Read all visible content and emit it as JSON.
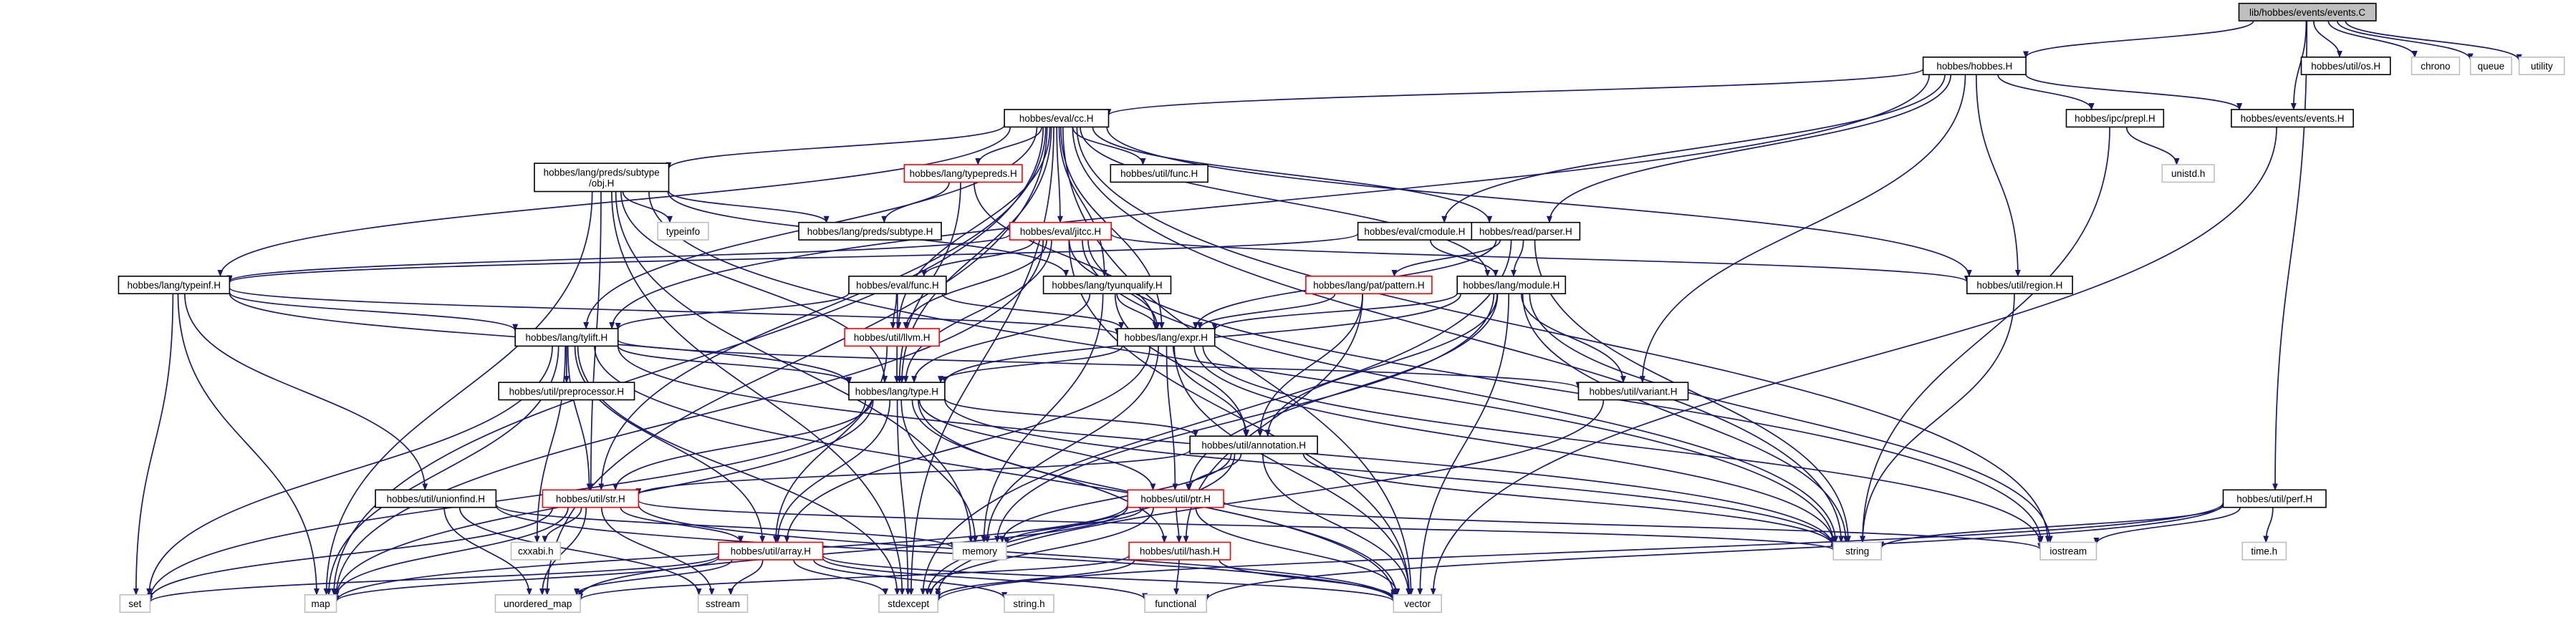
{
  "diagram": {
    "colors": {
      "edge": "#191970",
      "root_fill": "#bfbfbf",
      "default_border": "#000000",
      "highlight_border": "#ff0000",
      "system_border": "#bfbfbf",
      "fill": "#ffffff"
    },
    "nodes": [
      {
        "id": "n_events_C",
        "label": "lib/hobbes/events/events.C",
        "style": "root"
      },
      {
        "id": "n_hobbes_H",
        "label": "hobbes/hobbes.H",
        "style": "default"
      },
      {
        "id": "n_os_H",
        "label": "hobbes/util/os.H",
        "style": "default"
      },
      {
        "id": "n_chrono",
        "label": "chrono",
        "style": "system"
      },
      {
        "id": "n_queue",
        "label": "queue",
        "style": "system"
      },
      {
        "id": "n_utility",
        "label": "utility",
        "style": "system"
      },
      {
        "id": "n_cc_H",
        "label": "hobbes/eval/cc.H",
        "style": "default"
      },
      {
        "id": "n_prepl_H",
        "label": "hobbes/ipc/prepl.H",
        "style": "default"
      },
      {
        "id": "n_events_H",
        "label": "hobbes/events/events.H",
        "style": "default"
      },
      {
        "id": "n_unistd_h",
        "label": "unistd.h",
        "style": "system"
      },
      {
        "id": "n_subtype_obj_H",
        "label": "hobbes/lang/preds/subtype\n/obj.H",
        "style": "default"
      },
      {
        "id": "n_typepreds_H",
        "label": "hobbes/lang/typepreds.H",
        "style": "highlight"
      },
      {
        "id": "n_func_H_util",
        "label": "hobbes/util/func.H",
        "style": "default"
      },
      {
        "id": "n_typeinfo",
        "label": "typeinfo",
        "style": "system"
      },
      {
        "id": "n_subtype_H",
        "label": "hobbes/lang/preds/subtype.H",
        "style": "default"
      },
      {
        "id": "n_jitcc_H",
        "label": "hobbes/eval/jitcc.H",
        "style": "highlight"
      },
      {
        "id": "n_cmodule_H",
        "label": "hobbes/eval/cmodule.H",
        "style": "default"
      },
      {
        "id": "n_parser_H",
        "label": "hobbes/read/parser.H",
        "style": "default"
      },
      {
        "id": "n_typeinf_H",
        "label": "hobbes/lang/typeinf.H",
        "style": "default"
      },
      {
        "id": "n_evalfunc_H",
        "label": "hobbes/eval/func.H",
        "style": "default"
      },
      {
        "id": "n_tyunqualify_H",
        "label": "hobbes/lang/tyunqualify.H",
        "style": "default"
      },
      {
        "id": "n_pattern_H",
        "label": "hobbes/lang/pat/pattern.H",
        "style": "highlight"
      },
      {
        "id": "n_module_H",
        "label": "hobbes/lang/module.H",
        "style": "default"
      },
      {
        "id": "n_region_H",
        "label": "hobbes/util/region.H",
        "style": "default"
      },
      {
        "id": "n_tylift_H",
        "label": "hobbes/lang/tylift.H",
        "style": "default"
      },
      {
        "id": "n_llvm_H",
        "label": "hobbes/util/llvm.H",
        "style": "highlight"
      },
      {
        "id": "n_expr_H",
        "label": "hobbes/lang/expr.H",
        "style": "default"
      },
      {
        "id": "n_variant_H",
        "label": "hobbes/util/variant.H",
        "style": "default"
      },
      {
        "id": "n_preprocessor_H",
        "label": "hobbes/util/preprocessor.H",
        "style": "default"
      },
      {
        "id": "n_type_H",
        "label": "hobbes/lang/type.H",
        "style": "default"
      },
      {
        "id": "n_annotation_H",
        "label": "hobbes/util/annotation.H",
        "style": "default"
      },
      {
        "id": "n_unionfind_H",
        "label": "hobbes/util/unionfind.H",
        "style": "default"
      },
      {
        "id": "n_str_H",
        "label": "hobbes/util/str.H",
        "style": "highlight"
      },
      {
        "id": "n_ptr_H",
        "label": "hobbes/util/ptr.H",
        "style": "highlight"
      },
      {
        "id": "n_perf_H",
        "label": "hobbes/util/perf.H",
        "style": "default"
      },
      {
        "id": "n_cxxabi_h",
        "label": "cxxabi.h",
        "style": "system"
      },
      {
        "id": "n_memory",
        "label": "memory",
        "style": "system"
      },
      {
        "id": "n_string",
        "label": "string",
        "style": "system"
      },
      {
        "id": "n_iostream",
        "label": "iostream",
        "style": "system"
      },
      {
        "id": "n_time_h",
        "label": "time.h",
        "style": "system"
      },
      {
        "id": "n_array_H",
        "label": "hobbes/util/array.H",
        "style": "highlight"
      },
      {
        "id": "n_hash_H",
        "label": "hobbes/util/hash.H",
        "style": "highlight"
      },
      {
        "id": "n_set",
        "label": "set",
        "style": "system"
      },
      {
        "id": "n_map",
        "label": "map",
        "style": "system"
      },
      {
        "id": "n_unordered_map",
        "label": "unordered_map",
        "style": "system"
      },
      {
        "id": "n_sstream",
        "label": "sstream",
        "style": "system"
      },
      {
        "id": "n_stdexcept",
        "label": "stdexcept",
        "style": "system"
      },
      {
        "id": "n_string_h",
        "label": "string.h",
        "style": "system"
      },
      {
        "id": "n_functional",
        "label": "functional",
        "style": "system"
      },
      {
        "id": "n_vector",
        "label": "vector",
        "style": "system"
      }
    ],
    "edges": [
      [
        "n_events_C",
        "n_hobbes_H"
      ],
      [
        "n_events_C",
        "n_os_H"
      ],
      [
        "n_events_C",
        "n_chrono"
      ],
      [
        "n_events_C",
        "n_queue"
      ],
      [
        "n_events_C",
        "n_utility"
      ],
      [
        "n_events_C",
        "n_events_H"
      ],
      [
        "n_events_C",
        "n_perf_H"
      ],
      [
        "n_hobbes_H",
        "n_cc_H"
      ],
      [
        "n_hobbes_H",
        "n_prepl_H"
      ],
      [
        "n_hobbes_H",
        "n_events_H"
      ],
      [
        "n_hobbes_H",
        "n_cmodule_H"
      ],
      [
        "n_hobbes_H",
        "n_parser_H"
      ],
      [
        "n_hobbes_H",
        "n_region_H"
      ],
      [
        "n_hobbes_H",
        "n_variant_H"
      ],
      [
        "n_hobbes_H",
        "n_tylift_H"
      ],
      [
        "n_cc_H",
        "n_subtype_obj_H"
      ],
      [
        "n_cc_H",
        "n_typepreds_H"
      ],
      [
        "n_cc_H",
        "n_func_H_util"
      ],
      [
        "n_cc_H",
        "n_jitcc_H"
      ],
      [
        "n_cc_H",
        "n_parser_H"
      ],
      [
        "n_cc_H",
        "n_typeinf_H"
      ],
      [
        "n_cc_H",
        "n_tyunqualify_H"
      ],
      [
        "n_cc_H",
        "n_expr_H"
      ],
      [
        "n_cc_H",
        "n_llvm_H"
      ],
      [
        "n_cc_H",
        "n_type_H"
      ],
      [
        "n_cc_H",
        "n_tylift_H"
      ],
      [
        "n_cc_H",
        "n_str_H"
      ],
      [
        "n_cc_H",
        "n_map"
      ],
      [
        "n_cc_H",
        "n_unordered_map"
      ],
      [
        "n_cc_H",
        "n_string"
      ],
      [
        "n_cc_H",
        "n_vector"
      ],
      [
        "n_cc_H",
        "n_iostream"
      ],
      [
        "n_cc_H",
        "n_stdexcept"
      ],
      [
        "n_cc_H",
        "n_region_H"
      ],
      [
        "n_cc_H",
        "n_module_H"
      ],
      [
        "n_prepl_H",
        "n_unistd_h"
      ],
      [
        "n_prepl_H",
        "n_string"
      ],
      [
        "n_events_H",
        "n_vector"
      ],
      [
        "n_subtype_obj_H",
        "n_subtype_H"
      ],
      [
        "n_subtype_obj_H",
        "n_typeinfo"
      ],
      [
        "n_subtype_obj_H",
        "n_tyunqualify_H"
      ],
      [
        "n_subtype_obj_H",
        "n_type_H"
      ],
      [
        "n_subtype_obj_H",
        "n_str_H"
      ],
      [
        "n_subtype_obj_H",
        "n_map"
      ],
      [
        "n_subtype_obj_H",
        "n_memory"
      ],
      [
        "n_subtype_obj_H",
        "n_stdexcept"
      ],
      [
        "n_subtype_obj_H",
        "n_string"
      ],
      [
        "n_typepreds_H",
        "n_subtype_H"
      ],
      [
        "n_typepreds_H",
        "n_expr_H"
      ],
      [
        "n_typepreds_H",
        "n_type_H"
      ],
      [
        "n_jitcc_H",
        "n_evalfunc_H"
      ],
      [
        "n_jitcc_H",
        "n_llvm_H"
      ],
      [
        "n_jitcc_H",
        "n_type_H"
      ],
      [
        "n_jitcc_H",
        "n_expr_H"
      ],
      [
        "n_jitcc_H",
        "n_region_H"
      ],
      [
        "n_jitcc_H",
        "n_typeinf_H"
      ],
      [
        "n_jitcc_H",
        "n_map"
      ],
      [
        "n_jitcc_H",
        "n_vector"
      ],
      [
        "n_jitcc_H",
        "n_string"
      ],
      [
        "n_jitcc_H",
        "n_iostream"
      ],
      [
        "n_cmodule_H",
        "n_module_H"
      ],
      [
        "n_cmodule_H",
        "n_typeinf_H"
      ],
      [
        "n_parser_H",
        "n_module_H"
      ],
      [
        "n_parser_H",
        "n_pattern_H"
      ],
      [
        "n_parser_H",
        "n_expr_H"
      ],
      [
        "n_parser_H",
        "n_string"
      ],
      [
        "n_parser_H",
        "n_stdexcept"
      ],
      [
        "n_typeinf_H",
        "n_expr_H"
      ],
      [
        "n_typeinf_H",
        "n_type_H"
      ],
      [
        "n_typeinf_H",
        "n_unionfind_H"
      ],
      [
        "n_typeinf_H",
        "n_map"
      ],
      [
        "n_typeinf_H",
        "n_set"
      ],
      [
        "n_typeinf_H",
        "n_tylift_H"
      ],
      [
        "n_evalfunc_H",
        "n_llvm_H"
      ],
      [
        "n_evalfunc_H",
        "n_type_H"
      ],
      [
        "n_evalfunc_H",
        "n_expr_H"
      ],
      [
        "n_evalfunc_H",
        "n_tylift_H"
      ],
      [
        "n_tyunqualify_H",
        "n_type_H"
      ],
      [
        "n_tyunqualify_H",
        "n_expr_H"
      ],
      [
        "n_tyunqualify_H",
        "n_annotation_H"
      ],
      [
        "n_tyunqualify_H",
        "n_memory"
      ],
      [
        "n_pattern_H",
        "n_expr_H"
      ],
      [
        "n_pattern_H",
        "n_annotation_H"
      ],
      [
        "n_pattern_H",
        "n_hash_H"
      ],
      [
        "n_module_H",
        "n_expr_H"
      ],
      [
        "n_module_H",
        "n_type_H"
      ],
      [
        "n_module_H",
        "n_annotation_H"
      ],
      [
        "n_module_H",
        "n_ptr_H"
      ],
      [
        "n_module_H",
        "n_variant_H"
      ],
      [
        "n_module_H",
        "n_string"
      ],
      [
        "n_module_H",
        "n_memory"
      ],
      [
        "n_module_H",
        "n_vector"
      ],
      [
        "n_module_H",
        "n_iostream"
      ],
      [
        "n_region_H",
        "n_string"
      ],
      [
        "n_tylift_H",
        "n_type_H"
      ],
      [
        "n_tylift_H",
        "n_preprocessor_H"
      ],
      [
        "n_tylift_H",
        "n_str_H"
      ],
      [
        "n_tylift_H",
        "n_array_H"
      ],
      [
        "n_tylift_H",
        "n_variant_H"
      ],
      [
        "n_tylift_H",
        "n_cxxabi_h"
      ],
      [
        "n_tylift_H",
        "n_map"
      ],
      [
        "n_tylift_H",
        "n_set"
      ],
      [
        "n_tylift_H",
        "n_vector"
      ],
      [
        "n_tylift_H",
        "n_string"
      ],
      [
        "n_tylift_H",
        "n_stdexcept"
      ],
      [
        "n_llvm_H",
        "n_array_H"
      ],
      [
        "n_expr_H",
        "n_type_H"
      ],
      [
        "n_expr_H",
        "n_annotation_H"
      ],
      [
        "n_expr_H",
        "n_ptr_H"
      ],
      [
        "n_expr_H",
        "n_array_H"
      ],
      [
        "n_expr_H",
        "n_memory"
      ],
      [
        "n_expr_H",
        "n_string"
      ],
      [
        "n_expr_H",
        "n_vector"
      ],
      [
        "n_expr_H",
        "n_iostream"
      ],
      [
        "n_variant_H",
        "n_stdexcept"
      ],
      [
        "n_type_H",
        "n_annotation_H"
      ],
      [
        "n_type_H",
        "n_str_H"
      ],
      [
        "n_type_H",
        "n_ptr_H"
      ],
      [
        "n_type_H",
        "n_array_H"
      ],
      [
        "n_type_H",
        "n_hash_H"
      ],
      [
        "n_type_H",
        "n_memory"
      ],
      [
        "n_type_H",
        "n_map"
      ],
      [
        "n_type_H",
        "n_set"
      ],
      [
        "n_type_H",
        "n_string"
      ],
      [
        "n_type_H",
        "n_vector"
      ],
      [
        "n_type_H",
        "n_stdexcept"
      ],
      [
        "n_annotation_H",
        "n_str_H"
      ],
      [
        "n_annotation_H",
        "n_ptr_H"
      ],
      [
        "n_annotation_H",
        "n_string"
      ],
      [
        "n_annotation_H",
        "n_vector"
      ],
      [
        "n_annotation_H",
        "n_memory"
      ],
      [
        "n_annotation_H",
        "n_stdexcept"
      ],
      [
        "n_unionfind_H",
        "n_unordered_map"
      ],
      [
        "n_unionfind_H",
        "n_vector"
      ],
      [
        "n_unionfind_H",
        "n_memory"
      ],
      [
        "n_unionfind_H",
        "n_sstream"
      ],
      [
        "n_str_H",
        "n_array_H"
      ],
      [
        "n_str_H",
        "n_cxxabi_h"
      ],
      [
        "n_str_H",
        "n_set"
      ],
      [
        "n_str_H",
        "n_map"
      ],
      [
        "n_str_H",
        "n_unordered_map"
      ],
      [
        "n_str_H",
        "n_sstream"
      ],
      [
        "n_str_H",
        "n_string"
      ],
      [
        "n_str_H",
        "n_vector"
      ],
      [
        "n_ptr_H",
        "n_hash_H"
      ],
      [
        "n_ptr_H",
        "n_memory"
      ],
      [
        "n_ptr_H",
        "n_map"
      ],
      [
        "n_ptr_H",
        "n_unordered_map"
      ],
      [
        "n_ptr_H",
        "n_vector"
      ],
      [
        "n_ptr_H",
        "n_iostream"
      ],
      [
        "n_ptr_H",
        "n_stdexcept"
      ],
      [
        "n_perf_H",
        "n_time_h"
      ],
      [
        "n_perf_H",
        "n_string"
      ],
      [
        "n_perf_H",
        "n_iostream"
      ],
      [
        "n_perf_H",
        "n_stdexcept"
      ],
      [
        "n_perf_H",
        "n_functional"
      ],
      [
        "n_array_H",
        "n_set"
      ],
      [
        "n_array_H",
        "n_map"
      ],
      [
        "n_array_H",
        "n_sstream"
      ],
      [
        "n_array_H",
        "n_stdexcept"
      ],
      [
        "n_array_H",
        "n_string_h"
      ],
      [
        "n_array_H",
        "n_functional"
      ],
      [
        "n_array_H",
        "n_vector"
      ],
      [
        "n_array_H",
        "n_unordered_map"
      ],
      [
        "n_hash_H",
        "n_functional"
      ],
      [
        "n_hash_H",
        "n_vector"
      ],
      [
        "n_hash_H",
        "n_unordered_map"
      ],
      [
        "n_hash_H",
        "n_stdexcept"
      ]
    ]
  }
}
